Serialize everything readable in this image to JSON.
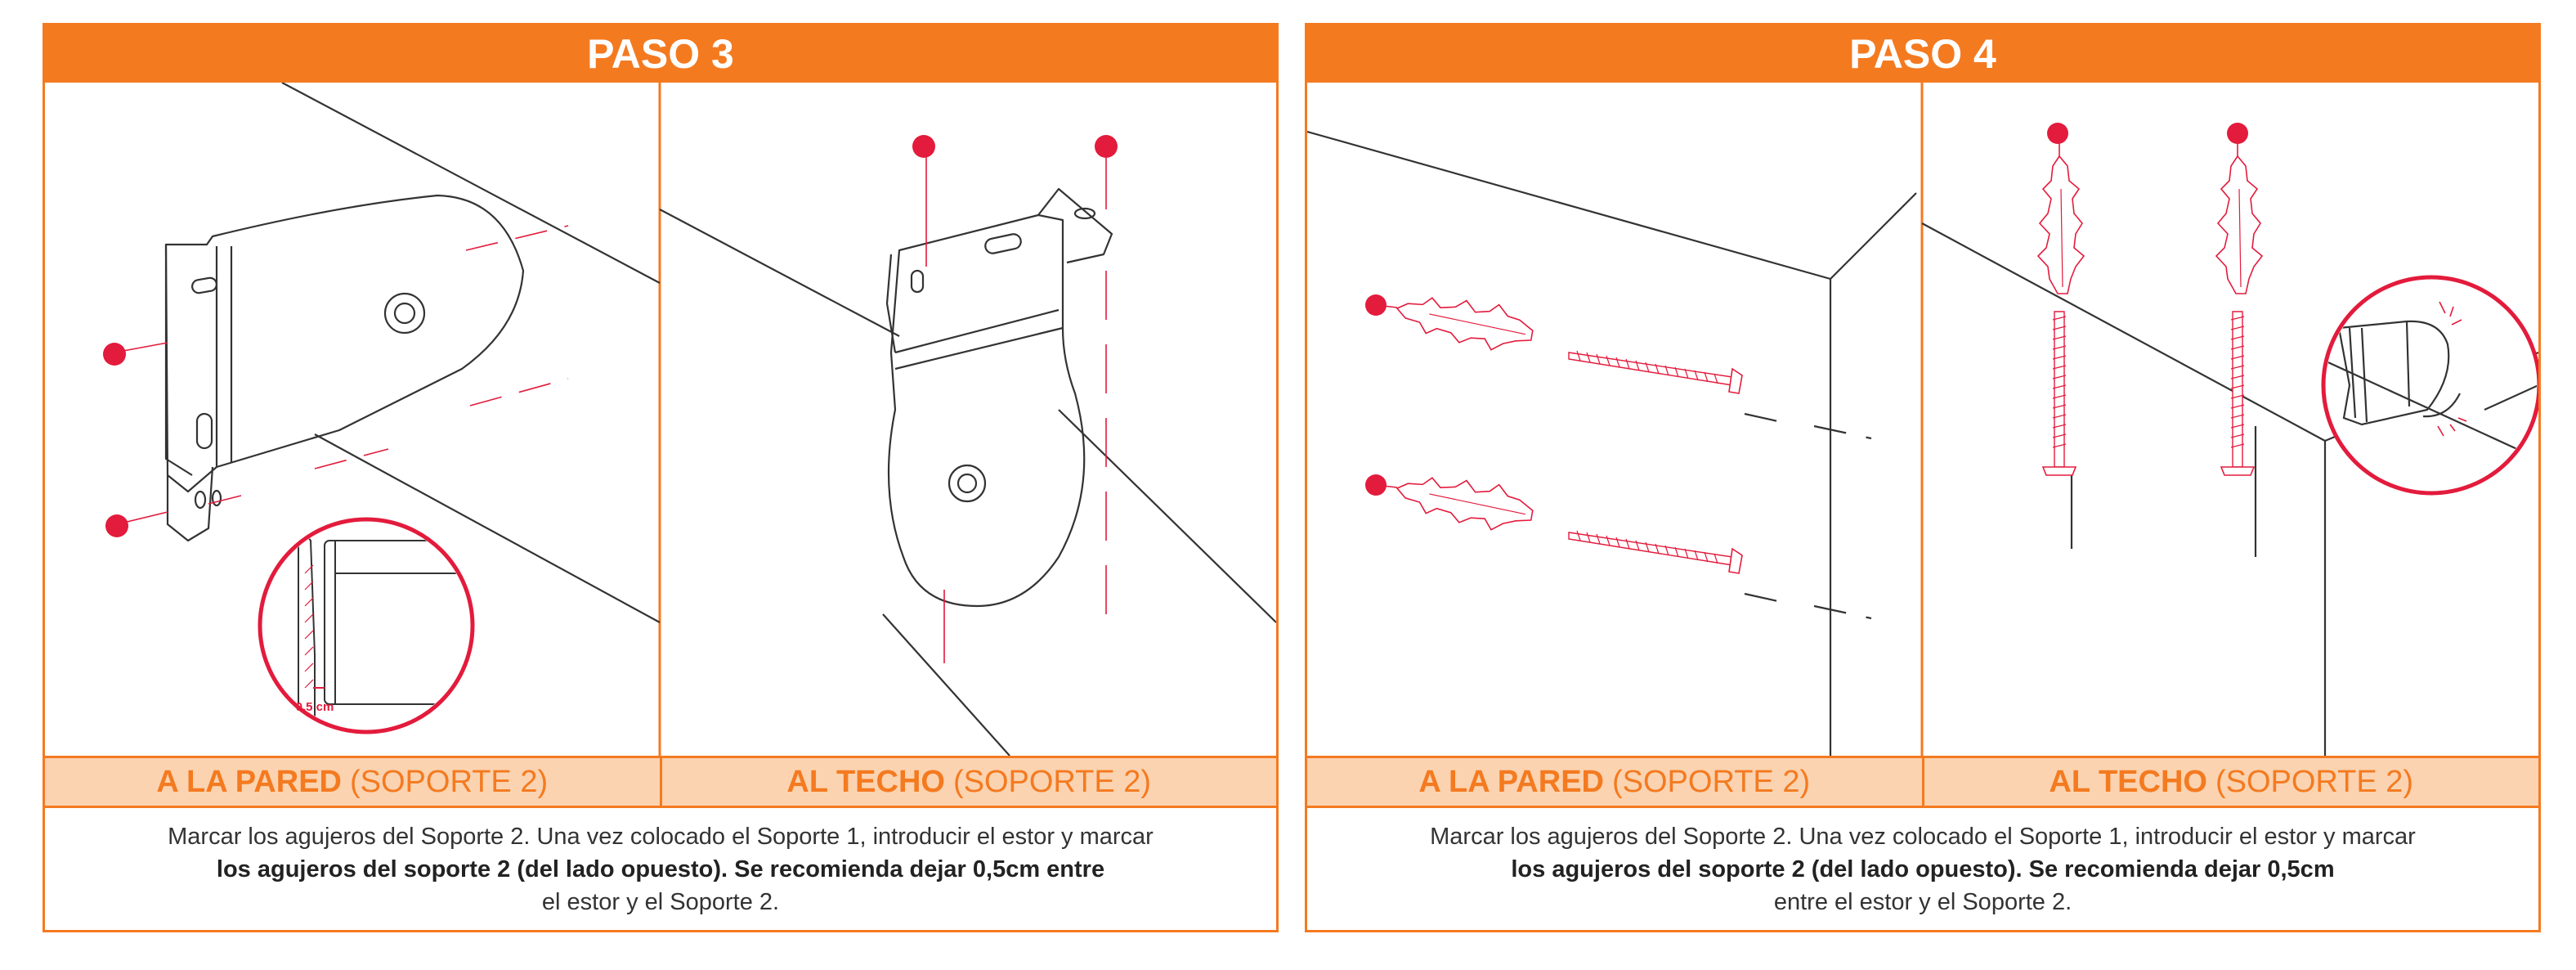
{
  "step3": {
    "title": "PASO 3",
    "caption_left": {
      "bold": "A LA PARED",
      "rest": "(SOPORTE 2)"
    },
    "caption_right": {
      "bold": "AL TECHO",
      "rest": "(SOPORTE 2)"
    },
    "desc_line1": "Marcar los agujeros del Soporte 2. Una vez colocado el Soporte 1, introducir el estor y marcar",
    "desc_line2": "los agujeros del soporte 2 (del lado opuesto). Se recomienda dejar 0,5cm entre",
    "desc_line3": "el estor y el Soporte 2.",
    "gap_label": "0,5 cm"
  },
  "step4": {
    "title": "PASO 4",
    "caption_left": {
      "bold": "A LA PARED",
      "rest": "(SOPORTE 2)"
    },
    "caption_right": {
      "bold": "AL TECHO",
      "rest": "(SOPORTE 2)"
    },
    "desc_line1": "Marcar los agujeros del Soporte 2. Una vez colocado el Soporte 1, introducir el estor y marcar",
    "desc_line2": "los agujeros del soporte 2 (del lado opuesto). Se recomienda dejar 0,5cm",
    "desc_line3": "entre el estor y el Soporte 2."
  },
  "colors": {
    "orange": "#f47a20",
    "light_orange": "#fbd3b0",
    "red": "#e31b3c",
    "line": "#333333"
  }
}
